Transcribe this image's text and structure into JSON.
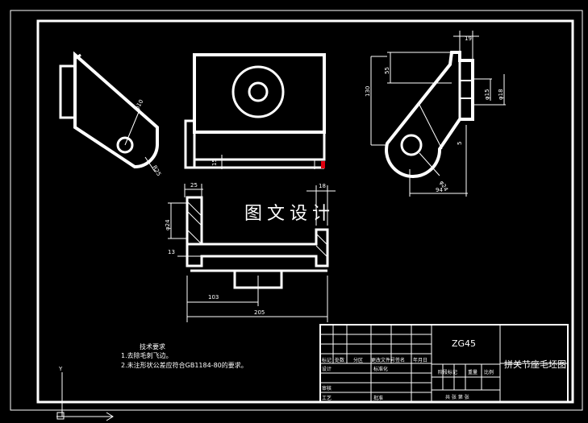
{
  "dimensions": {
    "d_upper_hole": "φ10",
    "r_boss": "R25",
    "front_depth": "15",
    "top_width": "19",
    "height_55": "55",
    "height_130": "130",
    "d_15": "φ15",
    "d_18": "φ18",
    "offset_5": "5",
    "d_24": "φ24",
    "width_94": "94",
    "left_25": "25",
    "left_18": "18",
    "d_24_left": "φ24",
    "left_13": "13",
    "width_103": "103",
    "width_205": "205"
  },
  "watermark": "图文设计",
  "notes": {
    "heading": "技术要求",
    "line1": "1.去除毛刺飞边。",
    "line2": "2.未注形状公差应符合GB1184-80的要求。"
  },
  "title_block": {
    "material": "ZG45",
    "drawing_title": "拼关节座毛坯图",
    "labels": {
      "mark": "标记",
      "count": "处数",
      "zone": "分区",
      "change_doc": "更改文件号",
      "sign": "签名",
      "date": "年月日",
      "design": "设计",
      "standardize": "标准化",
      "review": "审核",
      "process": "工艺",
      "approve": "批准",
      "stage_mark": "阶段标记",
      "weight": "重量",
      "scale": "比例",
      "sheets": "共  张 第  张"
    }
  },
  "ucs_icon": "Y"
}
